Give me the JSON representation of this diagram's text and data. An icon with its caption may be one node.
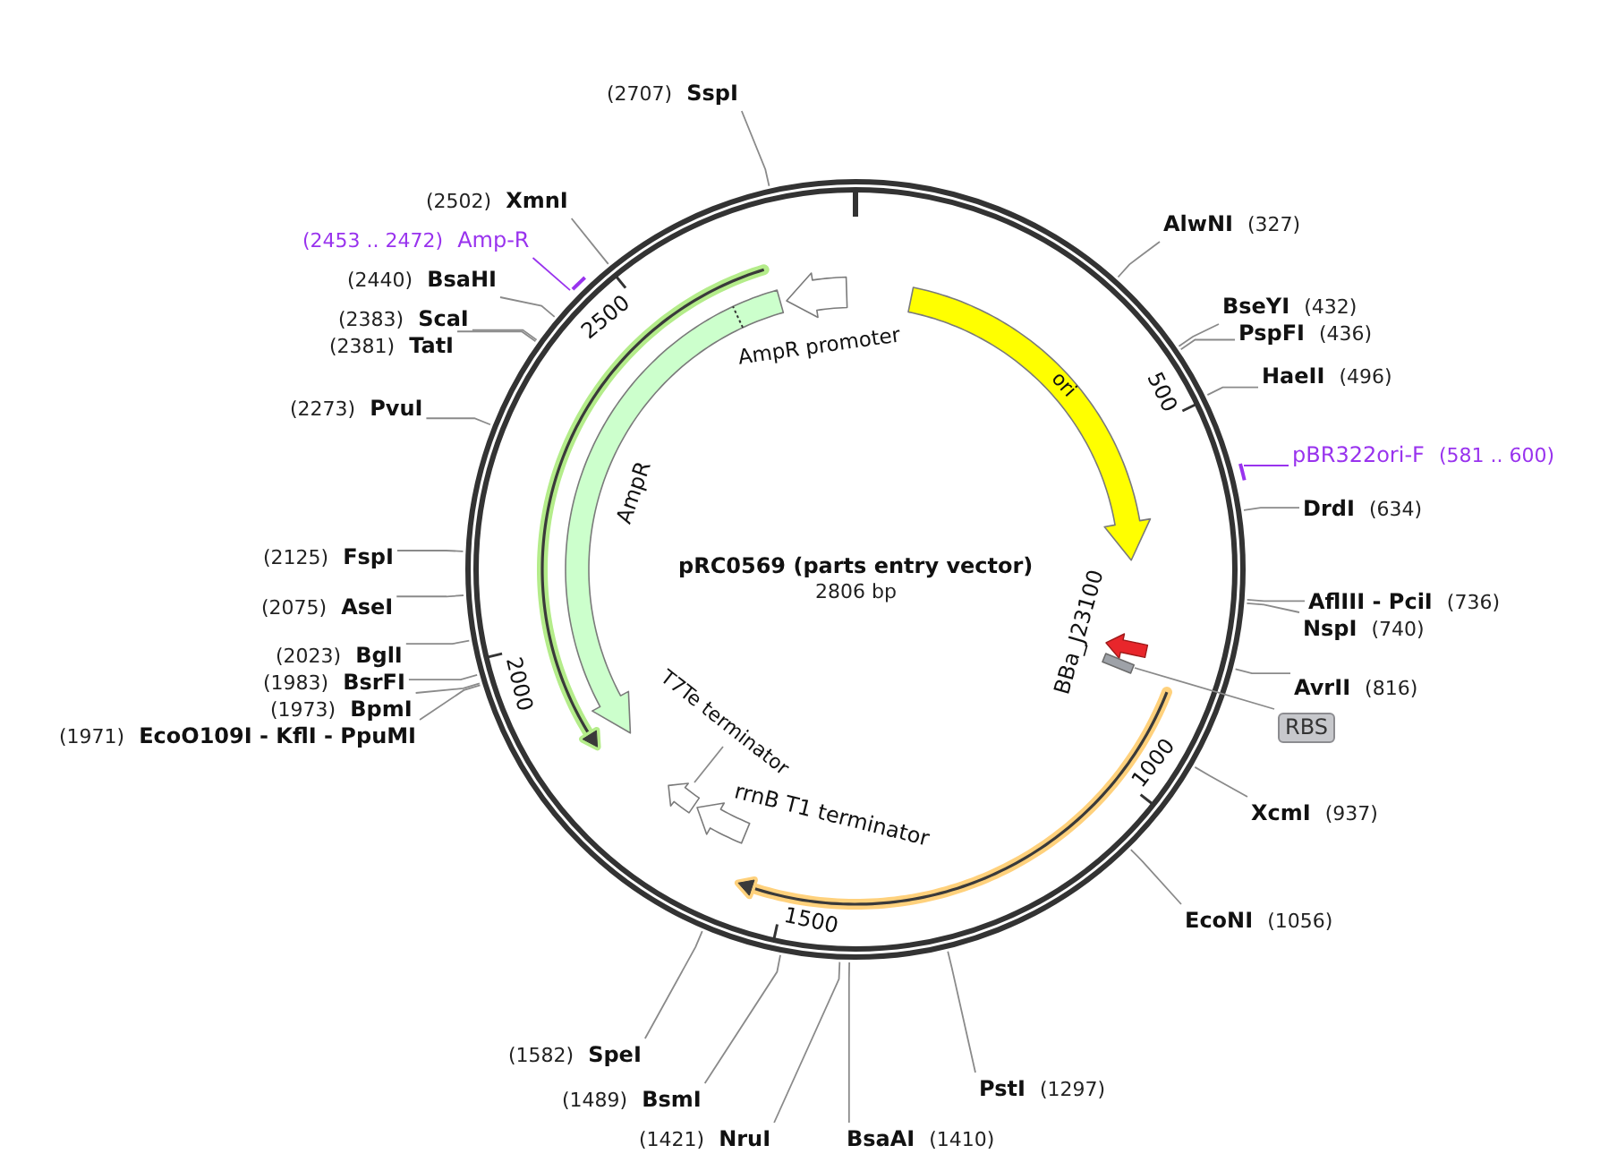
{
  "diagram": {
    "title": "pRC0569 (parts entry vector)",
    "nodes": [
      {
        "text": [
          "(2707)",
          "SspI"
        ]
      },
      {
        "text": [
          "(2502)",
          "XmnI"
        ]
      },
      {
        "text": [
          "AlwNI",
          "(327)"
        ]
      },
      {
        "text": [
          "(2453 .. 2472)",
          "Amp-R"
        ]
      },
      {
        "text": [
          "(2440)",
          "BsaHI"
        ]
      },
      {
        "text": [],
        "shape": "bar"
      },
      {
        "text": [
          "AmpR promoter"
        ]
      },
      {
        "text": [
          "ori"
        ]
      },
      {
        "text": [
          "AmpR"
        ]
      },
      {
        "text": [
          "BseYI",
          "(432)"
        ]
      },
      {
        "text": [
          "(2383)",
          "ScaI"
        ]
      },
      {
        "text": [
          "PspFI",
          "(436)"
        ]
      },
      {
        "text": [
          "(2381)",
          "TatI"
        ]
      },
      {
        "text": [
          "HaeII",
          "(496)"
        ]
      },
      {
        "text": [
          "(2273)",
          "PvuI"
        ]
      },
      {
        "text": [
          "pBR322ori-F",
          "(581 .. 600)"
        ]
      },
      {
        "text": [],
        "shape": "bar"
      },
      {
        "text": [
          "DrdI",
          "(634)"
        ]
      },
      {
        "text": [
          "(2125)",
          "FspI"
        ]
      },
      {
        "text": [
          "AflIII - PciI",
          "(736)"
        ]
      },
      {
        "text": [
          "(2075)",
          "AseI"
        ]
      },
      {
        "text": [
          "NspI",
          "(740)"
        ]
      },
      {
        "text": [
          "BBa_J23100"
        ]
      },
      {
        "text": [
          "(2023)",
          "BglI"
        ]
      },
      {
        "text": [],
        "shape": "box"
      },
      {
        "text": [
          "(1983)",
          "BsrFI"
        ]
      },
      {
        "text": [
          "AvrII",
          "(816)"
        ]
      },
      {
        "text": [
          "(1973)",
          "BpmI"
        ]
      },
      {
        "text": [
          "RBS"
        ]
      },
      {
        "text": [
          "(1971)",
          "EcoO109I - KflI - PpuMI"
        ]
      },
      {
        "text": [
          "T7Te terminator"
        ]
      },
      {
        "text": [],
        "shape": "arrow"
      },
      {
        "text": [
          "rrnB T1 terminator"
        ]
      },
      {
        "text": [
          "XcmI",
          "(937)"
        ]
      },
      {
        "text": [
          "EcoNI",
          "(1056)"
        ]
      },
      {
        "text": [
          "(1582)",
          "SpeI"
        ]
      },
      {
        "text": [
          "PstI",
          "(1297)"
        ]
      },
      {
        "text": [
          "(1489)",
          "BsmI"
        ]
      },
      {
        "text": [
          "(1421)",
          "NruI"
        ]
      },
      {
        "text": [
          "BsaAI",
          "(1410)"
        ]
      }
    ],
    "edges": [
      {
        "from": 0,
        "to": null,
        "arrow": "none"
      },
      {
        "from": 1,
        "to": null,
        "arrow": "none"
      },
      {
        "from": 2,
        "to": null,
        "arrow": "none"
      },
      {
        "from": 3,
        "to": 5,
        "arrow": "none",
        "color": "#9933ee"
      },
      {
        "from": 4,
        "to": null,
        "arrow": "none"
      },
      {
        "from": 9,
        "to": null,
        "arrow": "none"
      },
      {
        "from": 10,
        "to": null,
        "arrow": "none"
      },
      {
        "from": 11,
        "to": null,
        "arrow": "none"
      },
      {
        "from": 12,
        "to": null,
        "arrow": "none"
      },
      {
        "from": 13,
        "to": null,
        "arrow": "none"
      },
      {
        "from": 14,
        "to": null,
        "arrow": "none"
      },
      {
        "from": 15,
        "to": 16,
        "arrow": "none",
        "color": "#9933ee"
      },
      {
        "from": 17,
        "to": null,
        "arrow": "none"
      },
      {
        "from": 18,
        "to": null,
        "arrow": "none"
      },
      {
        "from": 19,
        "to": null,
        "arrow": "none"
      },
      {
        "from": 20,
        "to": null,
        "arrow": "none"
      },
      {
        "from": 21,
        "to": null,
        "arrow": "none"
      },
      {
        "from": 23,
        "to": null,
        "arrow": "none"
      },
      {
        "from": 25,
        "to": null,
        "arrow": "none"
      },
      {
        "from": 26,
        "to": null,
        "arrow": "none"
      },
      {
        "from": 27,
        "to": null,
        "arrow": "none"
      },
      {
        "from": 28,
        "to": 24,
        "arrow": "none"
      },
      {
        "from": 29,
        "to": null,
        "arrow": "none"
      },
      {
        "from": 30,
        "to": 31,
        "arrow": "none"
      },
      {
        "from": 33,
        "to": null,
        "arrow": "none"
      },
      {
        "from": 34,
        "to": null,
        "arrow": "none"
      },
      {
        "from": 35,
        "to": null,
        "arrow": "none"
      },
      {
        "from": 36,
        "to": null,
        "arrow": "none"
      },
      {
        "from": 37,
        "to": null,
        "arrow": "none"
      },
      {
        "from": 38,
        "to": null,
        "arrow": "none"
      },
      {
        "from": 39,
        "to": null,
        "arrow": "none"
      }
    ],
    "labels": [
      "2500",
      "500",
      "2806 bp",
      "2000",
      "1000",
      "1500"
    ]
  }
}
